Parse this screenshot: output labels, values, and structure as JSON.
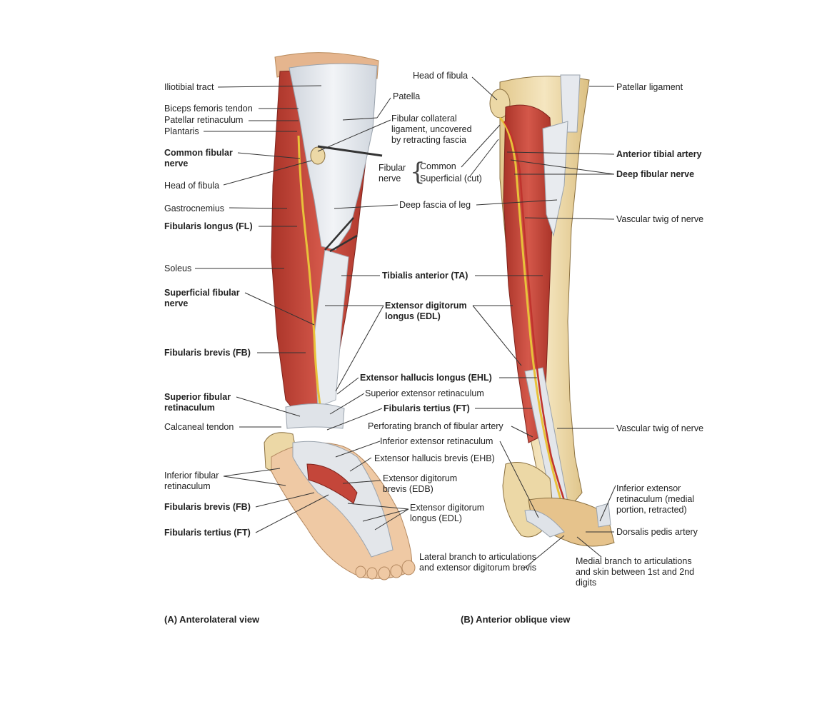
{
  "colors": {
    "muscle": "#c4463a",
    "muscle_dark": "#9c2f27",
    "tendon": "#dfe4ea",
    "fascia": "#e6e9ee",
    "bone": "#ecd8a6",
    "skin": "#efc9a4",
    "nerve": "#e8c23a",
    "artery": "#c0332d",
    "leader": "#333333"
  },
  "view_a": {
    "caption": "(A) Anterolateral view",
    "labels": {
      "iliotibial_tract": "Iliotibial tract",
      "biceps_femoris_tendon": "Biceps femoris tendon",
      "patellar_retinaculum": "Patellar retinaculum",
      "plantaris": "Plantaris",
      "common_fibular_nerve": "Common fibular\nnerve",
      "head_of_fibula": "Head of fibula",
      "gastrocnemius": "Gastrocnemius",
      "fibularis_longus": "Fibularis longus (FL)",
      "soleus": "Soleus",
      "superficial_fibular_nerve": "Superficial fibular\nnerve",
      "fibularis_brevis": "Fibularis brevis (FB)",
      "superior_fibular_retinaculum": "Superior fibular\nretinaculum",
      "calcaneal_tendon": "Calcaneal tendon",
      "inferior_fibular_retinaculum": "Inferior fibular\nretinaculum",
      "fibularis_brevis_2": "Fibularis brevis (FB)",
      "fibularis_tertius": "Fibularis tertius (FT)",
      "patella": "Patella",
      "fibular_collateral": "Fibular collateral\nligament, uncovered\nby retracting fascia",
      "fibular_nerve": "Fibular\nnerve",
      "common": "Common",
      "superficial_cut": "Superficial (cut)",
      "deep_fascia": "Deep fascia of leg",
      "tibialis_anterior": "Tibialis anterior (TA)",
      "edl": "Extensor digitorum\nlongus (EDL)",
      "ehl": "Extensor hallucis longus (EHL)",
      "superior_extensor_retinaculum": "Superior extensor retinaculum",
      "fibularis_tertius_center": "Fibularis tertius (FT)",
      "perforating_branch": "Perforating branch of fibular artery",
      "inferior_extensor_retinaculum": "Inferior extensor retinaculum",
      "ehb": "Extensor hallucis brevis (EHB)",
      "edb": "Extensor digitorum\nbrevis (EDB)",
      "edl_foot": "Extensor digitorum\nlongus (EDL)",
      "lateral_branch": "Lateral branch to articulations\nand extensor digitorum brevis"
    }
  },
  "view_b": {
    "caption": "(B) Anterior oblique view",
    "labels": {
      "head_of_fibula": "Head of fibula",
      "patellar_ligament": "Patellar ligament",
      "anterior_tibial_artery": "Anterior tibial artery",
      "deep_fibular_nerve": "Deep fibular nerve",
      "vascular_twig_1": "Vascular twig of nerve",
      "vascular_twig_2": "Vascular twig of nerve",
      "inferior_extensor_medial": "Inferior extensor\nretinaculum (medial\nportion, retracted)",
      "dorsalis_pedis": "Dorsalis pedis artery",
      "medial_branch": "Medial branch to articulations\nand skin between 1st and 2nd\ndigits"
    }
  }
}
